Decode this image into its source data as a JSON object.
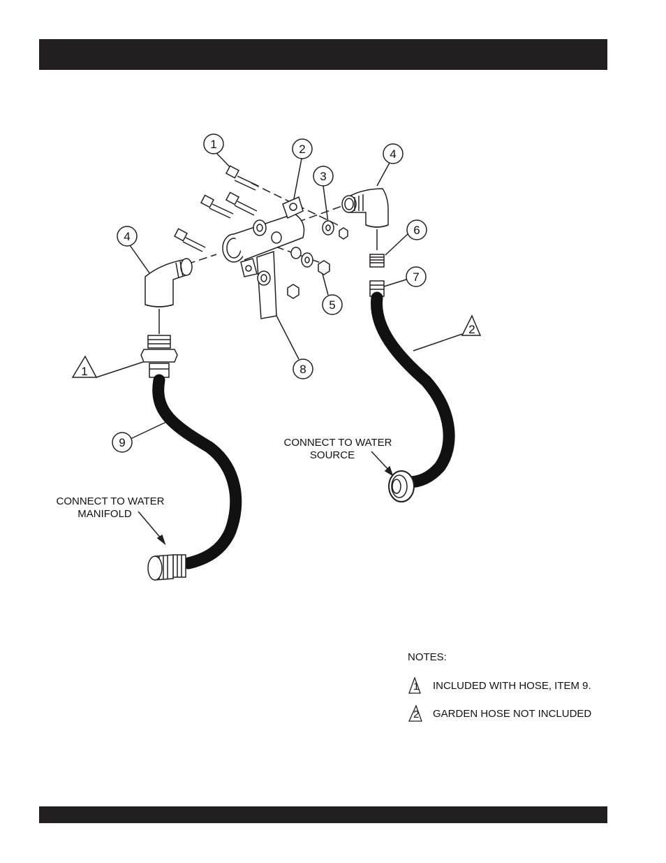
{
  "callouts": {
    "c1": "1",
    "c2": "2",
    "c3": "3",
    "c4a": "4",
    "c4b": "4",
    "c5": "5",
    "c6": "6",
    "c7": "7",
    "c8": "8",
    "c9": "9"
  },
  "triangle_markers": {
    "t1": "1",
    "t2": "2"
  },
  "labels": {
    "water_source_line1": "CONNECT TO WATER",
    "water_source_line2": "SOURCE",
    "manifold_line1": "CONNECT TO WATER",
    "manifold_line2": "MANIFOLD"
  },
  "notes": {
    "title": "NOTES:",
    "items": [
      {
        "marker": "1",
        "text": "INCLUDED WITH HOSE, ITEM 9."
      },
      {
        "marker": "2",
        "text": "GARDEN HOSE NOT INCLUDED"
      }
    ]
  },
  "colors": {
    "ink": "#231f20",
    "hose": "#111111",
    "paper": "#ffffff"
  }
}
